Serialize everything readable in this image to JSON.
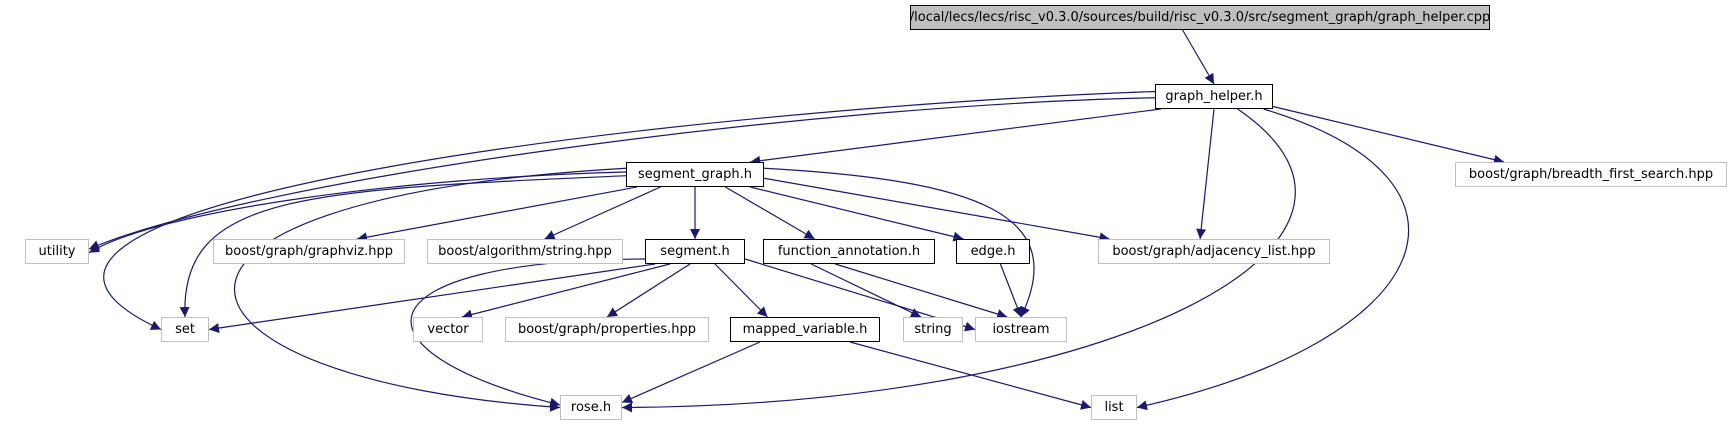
{
  "colors": {
    "edge": "#191970",
    "root_fill": "#bfbfbf",
    "documented_border": "#000000",
    "external_border": "#bfbfbf"
  },
  "nodes": [
    {
      "id": "root",
      "label": "/local/lecs/lecs/risc_v0.3.0/sources/build/risc_v0.3.0/src/segment_graph/graph_helper.cpp",
      "kind": "root"
    },
    {
      "id": "graph_helper_h",
      "label": "graph_helper.h",
      "kind": "documented"
    },
    {
      "id": "segment_graph_h",
      "label": "segment_graph.h",
      "kind": "documented"
    },
    {
      "id": "bfs_hpp",
      "label": "boost/graph/breadth_first_search.hpp",
      "kind": "external"
    },
    {
      "id": "utility",
      "label": "utility",
      "kind": "external"
    },
    {
      "id": "graphviz_hpp",
      "label": "boost/graph/graphviz.hpp",
      "kind": "external"
    },
    {
      "id": "algo_string_hpp",
      "label": "boost/algorithm/string.hpp",
      "kind": "external"
    },
    {
      "id": "segment_h",
      "label": "segment.h",
      "kind": "documented"
    },
    {
      "id": "function_annotation_h",
      "label": "function_annotation.h",
      "kind": "documented"
    },
    {
      "id": "edge_h",
      "label": "edge.h",
      "kind": "documented"
    },
    {
      "id": "adjacency_list_hpp",
      "label": "boost/graph/adjacency_list.hpp",
      "kind": "external"
    },
    {
      "id": "set",
      "label": "set",
      "kind": "external"
    },
    {
      "id": "vector",
      "label": "vector",
      "kind": "external"
    },
    {
      "id": "properties_hpp",
      "label": "boost/graph/properties.hpp",
      "kind": "external"
    },
    {
      "id": "mapped_variable_h",
      "label": "mapped_variable.h",
      "kind": "documented"
    },
    {
      "id": "string",
      "label": "string",
      "kind": "external"
    },
    {
      "id": "iostream",
      "label": "iostream",
      "kind": "external"
    },
    {
      "id": "rose_h",
      "label": "rose.h",
      "kind": "external"
    },
    {
      "id": "list",
      "label": "list",
      "kind": "external"
    }
  ],
  "edges": [
    {
      "from": "root",
      "to": "graph_helper_h"
    },
    {
      "from": "graph_helper_h",
      "to": "segment_graph_h"
    },
    {
      "from": "graph_helper_h",
      "to": "utility"
    },
    {
      "from": "graph_helper_h",
      "to": "set"
    },
    {
      "from": "graph_helper_h",
      "to": "adjacency_list_hpp"
    },
    {
      "from": "graph_helper_h",
      "to": "rose_h"
    },
    {
      "from": "graph_helper_h",
      "to": "list"
    },
    {
      "from": "graph_helper_h",
      "to": "bfs_hpp"
    },
    {
      "from": "segment_graph_h",
      "to": "utility"
    },
    {
      "from": "segment_graph_h",
      "to": "set"
    },
    {
      "from": "segment_graph_h",
      "to": "rose_h"
    },
    {
      "from": "segment_graph_h",
      "to": "graphviz_hpp"
    },
    {
      "from": "segment_graph_h",
      "to": "algo_string_hpp"
    },
    {
      "from": "segment_graph_h",
      "to": "segment_h"
    },
    {
      "from": "segment_graph_h",
      "to": "function_annotation_h"
    },
    {
      "from": "segment_graph_h",
      "to": "edge_h"
    },
    {
      "from": "segment_graph_h",
      "to": "adjacency_list_hpp"
    },
    {
      "from": "segment_graph_h",
      "to": "iostream"
    },
    {
      "from": "segment_h",
      "to": "set"
    },
    {
      "from": "segment_h",
      "to": "vector"
    },
    {
      "from": "segment_h",
      "to": "properties_hpp"
    },
    {
      "from": "segment_h",
      "to": "mapped_variable_h"
    },
    {
      "from": "segment_h",
      "to": "iostream"
    },
    {
      "from": "segment_h",
      "to": "rose_h"
    },
    {
      "from": "function_annotation_h",
      "to": "string"
    },
    {
      "from": "function_annotation_h",
      "to": "iostream"
    },
    {
      "from": "edge_h",
      "to": "iostream"
    },
    {
      "from": "mapped_variable_h",
      "to": "rose_h"
    },
    {
      "from": "mapped_variable_h",
      "to": "list"
    }
  ]
}
